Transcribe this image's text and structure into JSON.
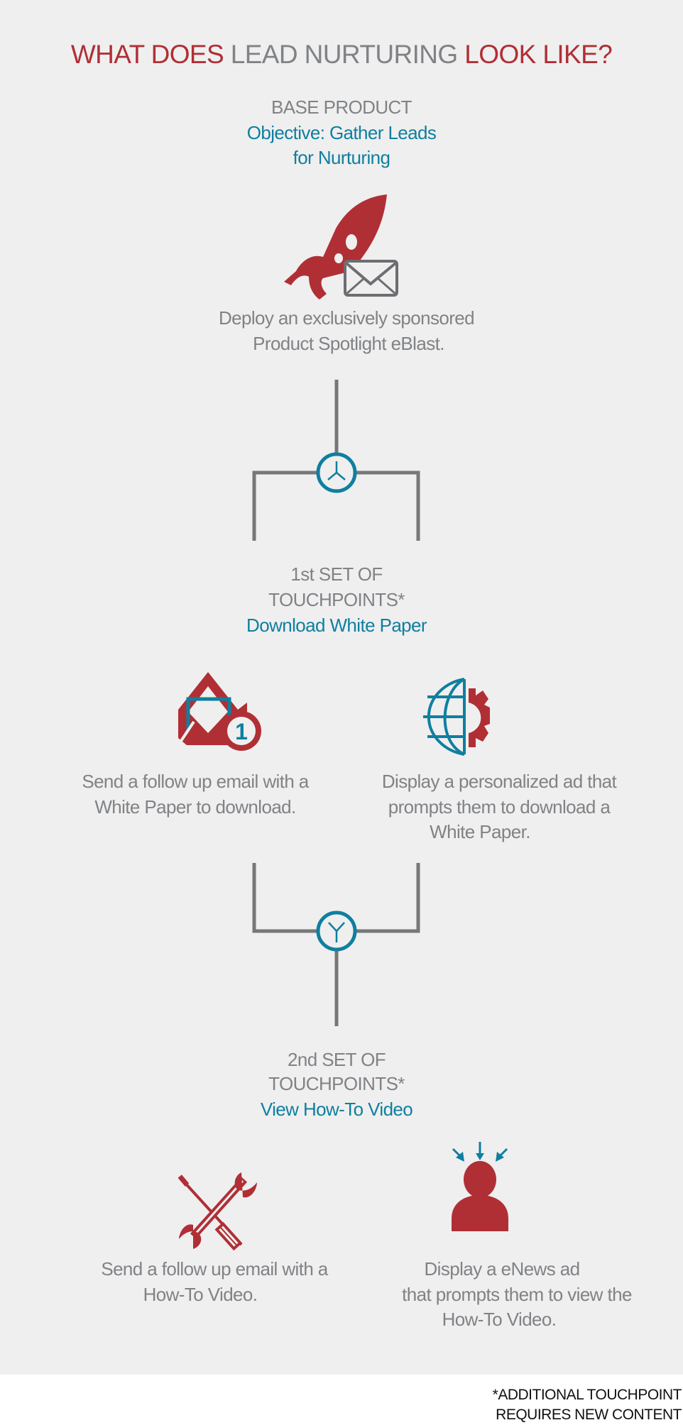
{
  "title": {
    "part1": "WHAT DOES",
    "part2": "LEAD NURTURING",
    "part3": "LOOK LIKE?"
  },
  "base": {
    "heading": "BASE PRODUCT",
    "objective_line1": "Objective: Gather Leads",
    "objective_line2": "for Nurturing",
    "icon": "rocket-email-icon",
    "desc_line1": "Deploy an exclusively sponsored",
    "desc_line2": "Product Spotlight eBlast."
  },
  "set1": {
    "heading_line1": "1st SET OF",
    "heading_line2": "TOUCHPOINTS*",
    "objective": "Download White Paper",
    "items": [
      {
        "icon": "email-badge-icon",
        "badge": "1",
        "lines": [
          "Send a follow up email with a",
          "White Paper to download."
        ]
      },
      {
        "icon": "globe-gear-icon",
        "lines": [
          "Display a personalized ad that",
          "prompts them to download a",
          "White Paper."
        ]
      }
    ]
  },
  "set2": {
    "heading_line1": "2nd SET OF",
    "heading_line2": "TOUCHPOINTS*",
    "objective": "View How-To Video",
    "items": [
      {
        "icon": "tools-icon",
        "lines": [
          "Send a follow up email with a",
          "How-To Video."
        ]
      },
      {
        "icon": "person-attention-icon",
        "lines": [
          "Display a eNews ad",
          "that prompts them to view the",
          "How-To Video."
        ]
      }
    ]
  },
  "footnote": {
    "line1": "*ADDITIONAL TOUCHPOINT",
    "line2": "REQUIRES NEW CONTENT"
  },
  "colors": {
    "red": "#b02f35",
    "gray": "#808285",
    "blue": "#0f7fa0",
    "background": "#efefef"
  }
}
